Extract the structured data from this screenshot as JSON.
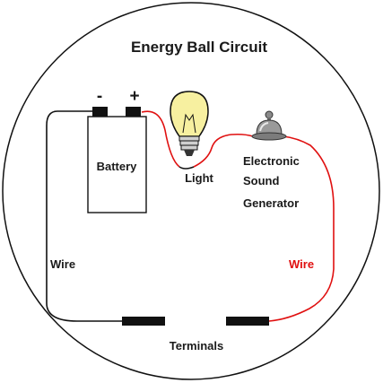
{
  "title": "Energy Ball Circuit",
  "battery": {
    "label": "Battery",
    "negative": "-",
    "positive": "+"
  },
  "light": {
    "label": "Light"
  },
  "sound": {
    "line1": "Electronic",
    "line2": "Sound",
    "line3": "Generator"
  },
  "wire_left": {
    "label": "Wire",
    "color": "#111111"
  },
  "wire_right": {
    "label": "Wire",
    "color": "#e01010"
  },
  "terminals": {
    "label": "Terminals"
  },
  "colors": {
    "outline": "#111111",
    "red_wire": "#e01010",
    "bulb_glass": "#f7f0a0",
    "bell": "#9a9a9a"
  }
}
